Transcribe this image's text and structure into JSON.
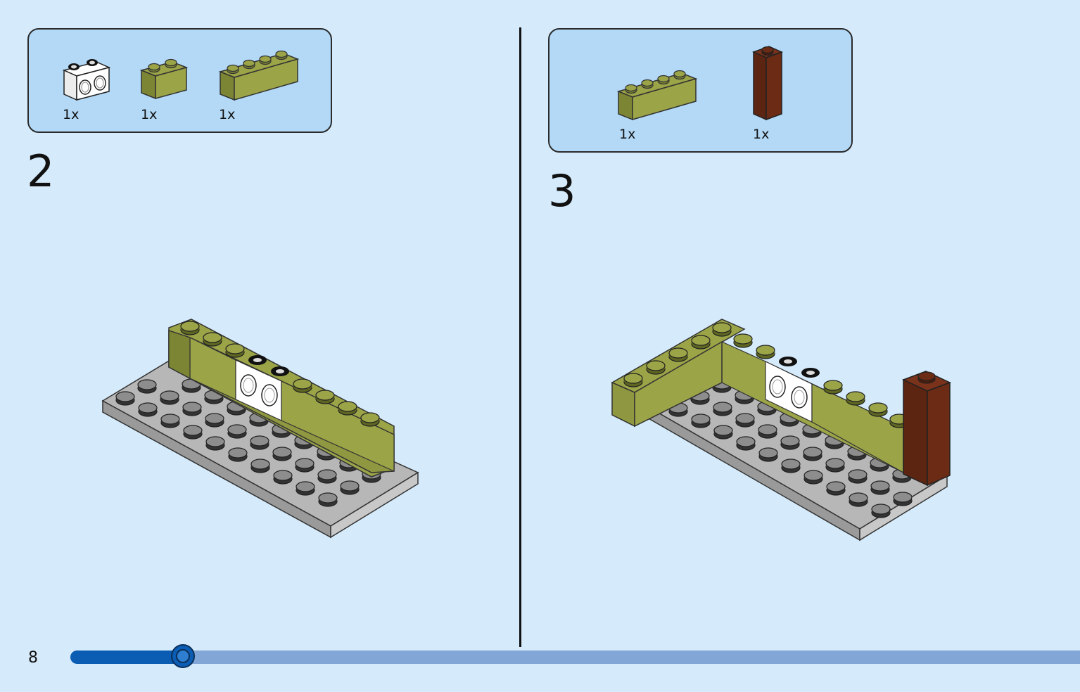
{
  "step2": {
    "number": "2",
    "parts": [
      {
        "qty": "1x",
        "part": "technic-brick-1x2-white",
        "color": "#ffffff"
      },
      {
        "qty": "1x",
        "part": "brick-1x2-olive",
        "color": "#9ba447"
      },
      {
        "qty": "1x",
        "part": "brick-1x4-olive",
        "color": "#9ba447"
      }
    ]
  },
  "step3": {
    "number": "3",
    "parts": [
      {
        "qty": "1x",
        "part": "brick-1x4-olive",
        "color": "#9ba447"
      },
      {
        "qty": "1x",
        "part": "brick-1x1x3-brown",
        "color": "#5c2512"
      }
    ]
  },
  "footer": {
    "page_number": "8",
    "progress_fraction": 0.098
  },
  "colors": {
    "background": "#d5ebfb",
    "parts_box": "#b3d9f7",
    "olive": "#9ba447",
    "plate_gray": "#a5a5a5",
    "stud_gray": "#8d8d8d",
    "brown": "#5c2512",
    "progress_fill": "#0a5db3",
    "progress_track": "#82a6d6"
  }
}
